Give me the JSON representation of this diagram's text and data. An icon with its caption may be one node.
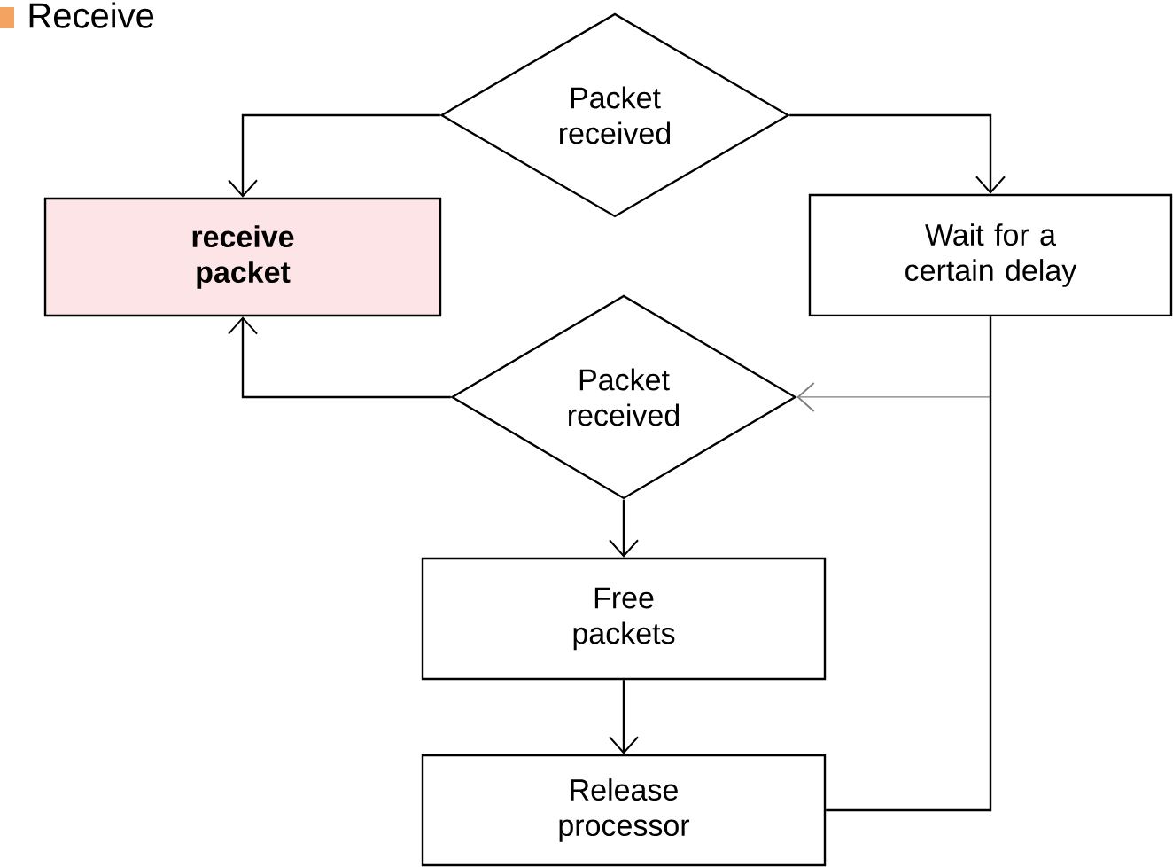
{
  "diagram": {
    "title": "Receive",
    "nodes": [
      {
        "text": [
          "Packet received"
        ]
      },
      {
        "text": [
          "receive packet"
        ]
      },
      {
        "text": [
          "Wait for a certain delay"
        ]
      },
      {
        "text": [
          "Packet received"
        ]
      },
      {
        "text": [
          "Free packets"
        ]
      },
      {
        "text": [
          "Release processor"
        ]
      }
    ],
    "edges": [
      {
        "from": 0,
        "to": 1,
        "arrow": "to"
      },
      {
        "from": 0,
        "to": 2,
        "arrow": "to"
      },
      {
        "from": 3,
        "to": 1,
        "arrow": "to"
      },
      {
        "from": 2,
        "to": 3,
        "arrow": "to",
        "color": "#808080"
      },
      {
        "from": 5,
        "to": 2,
        "arrow": "none"
      },
      {
        "from": 3,
        "to": 4,
        "arrow": "to"
      },
      {
        "from": 4,
        "to": 5,
        "arrow": "to"
      }
    ]
  }
}
